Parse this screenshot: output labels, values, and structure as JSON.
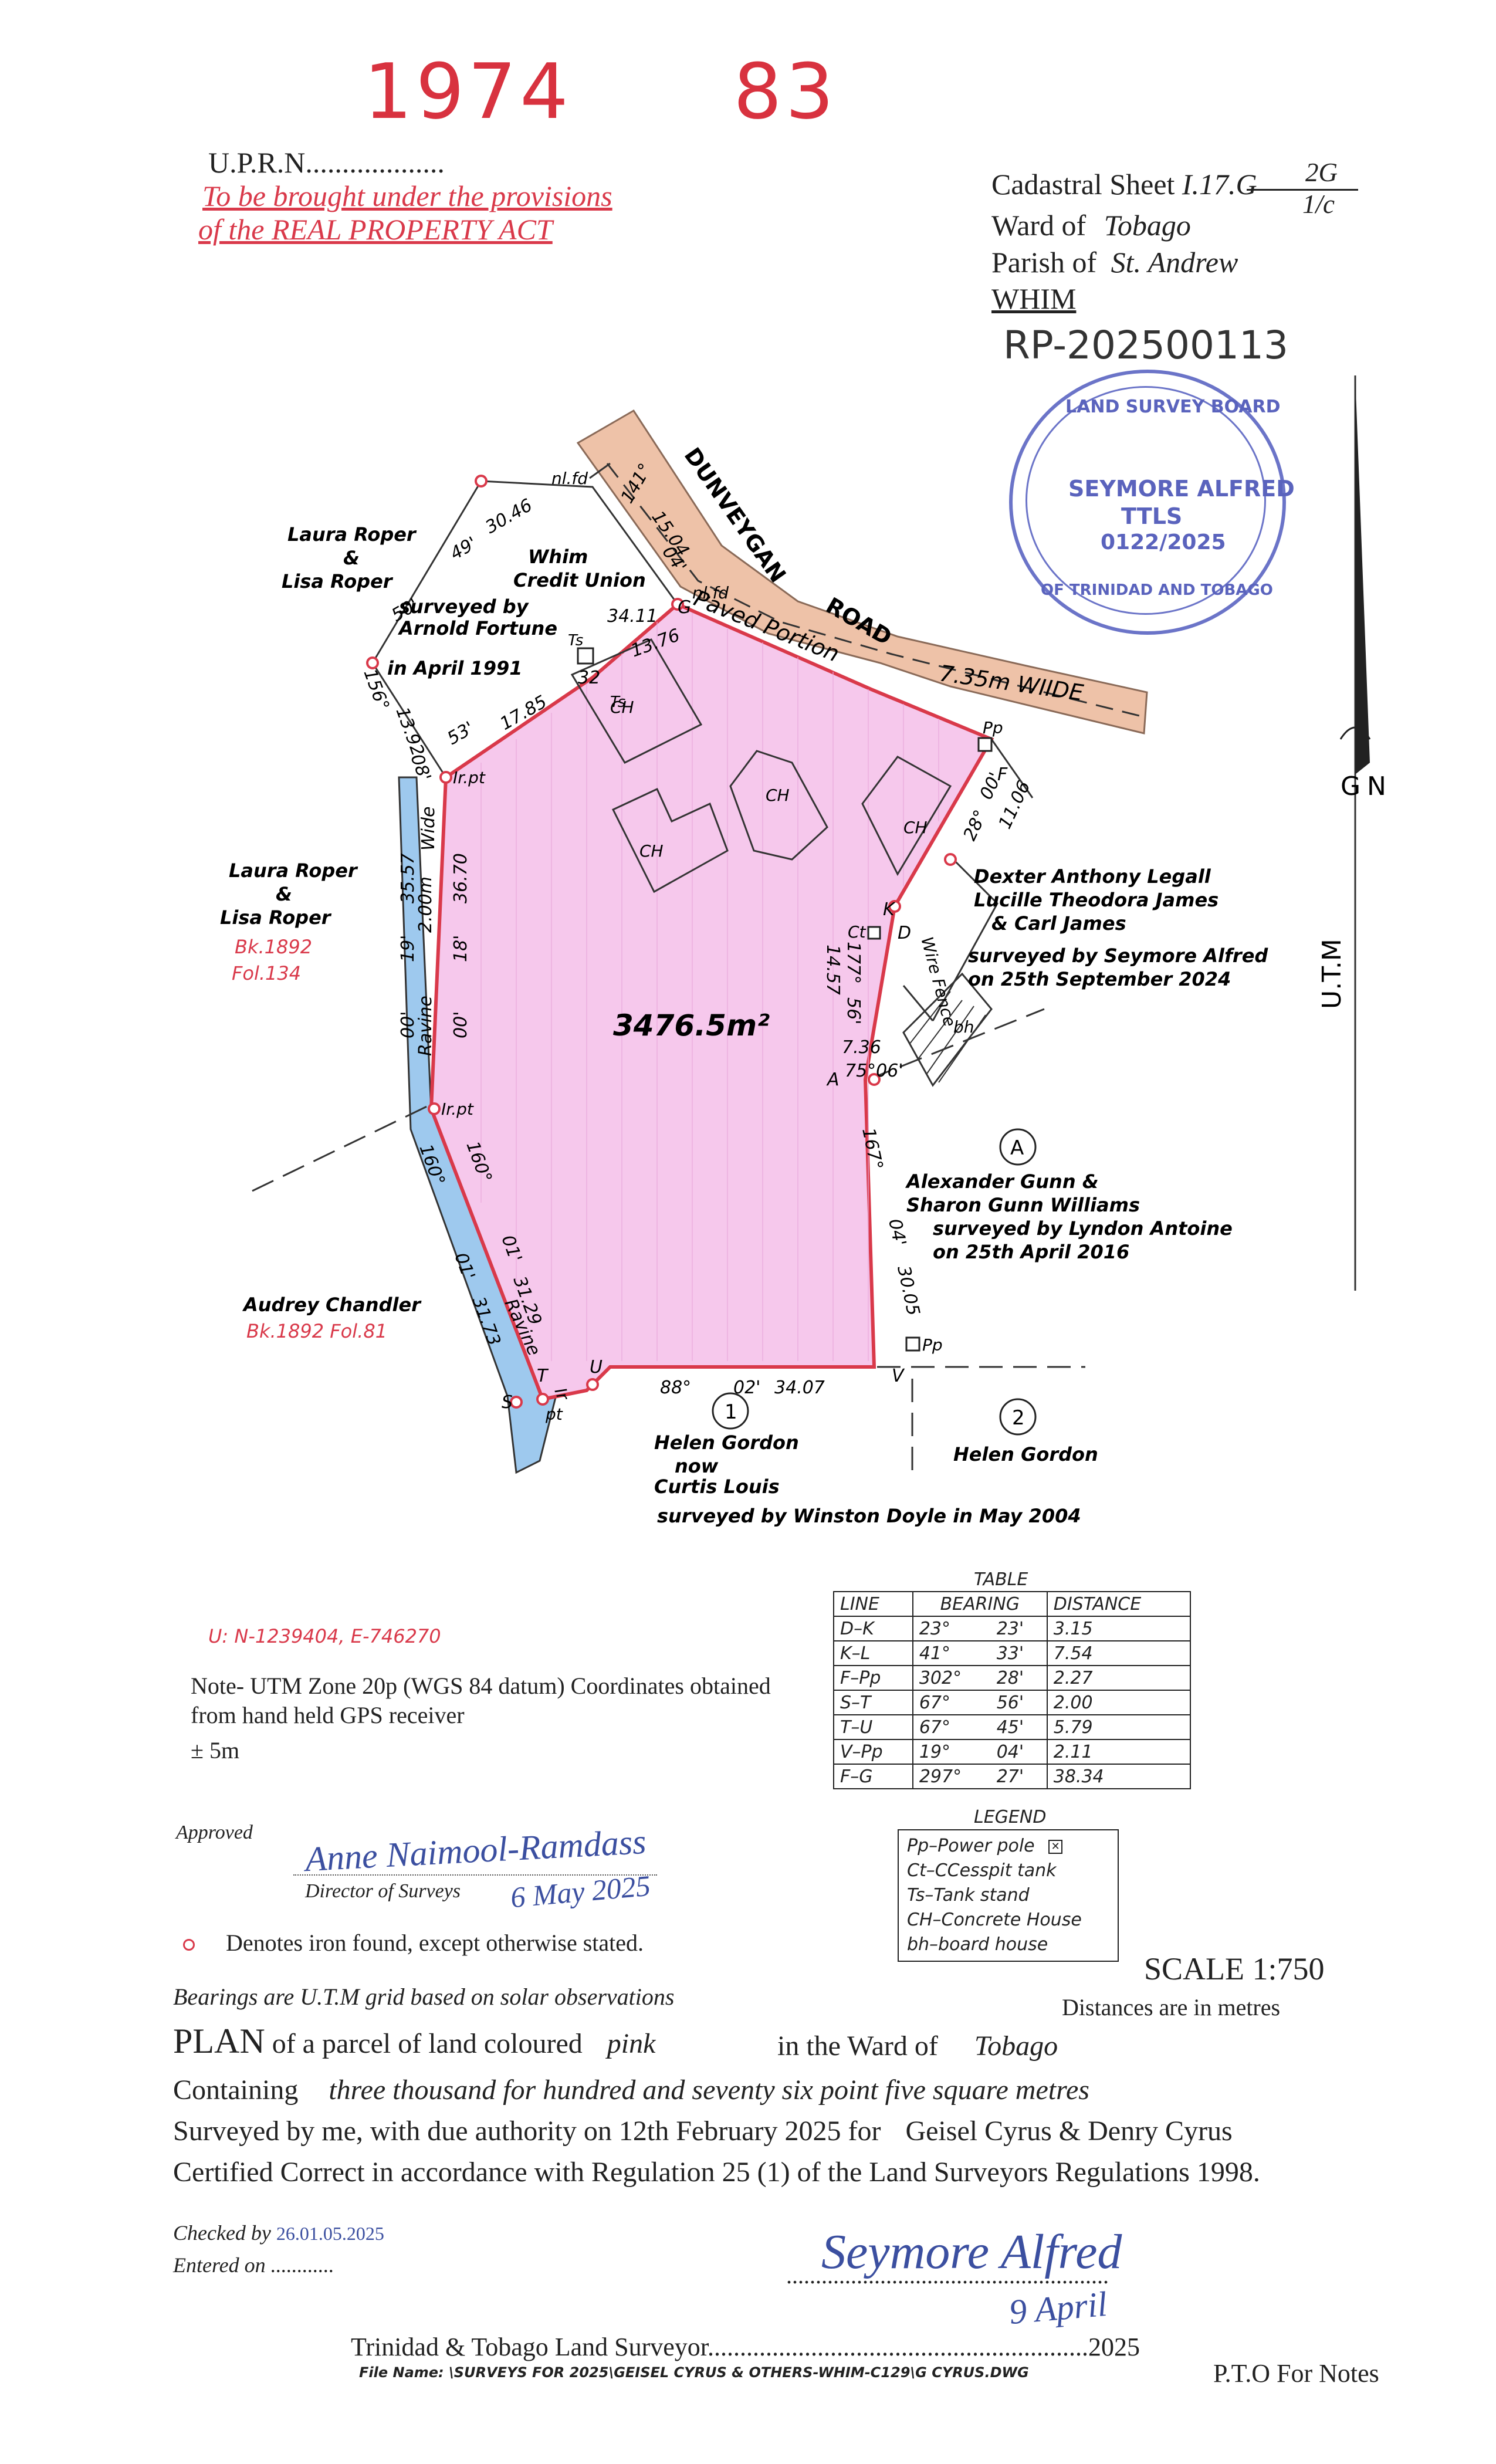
{
  "header": {
    "number_left": "1974",
    "number_right": "83",
    "uprn": "U.P.R.N...................",
    "rpa_line1": "To be brought under the provisions",
    "rpa_line2": "of the REAL PROPERTY ACT",
    "cadastral_label": "Cadastral Sheet",
    "cadastral_value": "I.17.G",
    "cadastral_frac_top": "2G",
    "cadastral_frac_bottom": "1/c",
    "ward_label": "Ward of",
    "ward_value": "Tobago",
    "parish_label": "Parish of",
    "parish_value": "St. Andrew",
    "place": "WHIM",
    "rp_number": "RP-202500113"
  },
  "stamp": {
    "ring_top": "LAND SURVEY BOARD",
    "ring_bottom": "OF TRINIDAD AND TOBAGO",
    "name": "SEYMORE ALFRED",
    "title": "TTLS",
    "date": "0122/2025"
  },
  "plan": {
    "road_name": "DUNVEYGAN",
    "road_word": "ROAD",
    "paved": "Paved Portion",
    "width": "7.35m WIIDE",
    "area": "3476.5m²",
    "north_g": "G",
    "north_n": "N",
    "utm": "U.T.M",
    "ravine_label": "Ravine",
    "ravine_width": "2.00m",
    "ravine_wide": "Wide",
    "ravine_lower": "Ravine",
    "nbr_roper_top": [
      "Laura Roper",
      "&",
      "Lisa Roper"
    ],
    "nbr_roper_left": [
      "Laura Roper",
      "&",
      "Lisa Roper"
    ],
    "nbr_roper_left_ref": [
      "Bk.1892",
      "Fol.134"
    ],
    "credit_union": [
      "Whim",
      "Credit Union",
      "surveyed by",
      "Arnold Fortune",
      "in April 1991"
    ],
    "nbr_legall": [
      "Dexter Anthony Legall",
      "Lucille Theodora James",
      "& Carl James",
      "surveyed by Seymore Alfred",
      "on 25th September 2024"
    ],
    "nbr_gunn": [
      "Alexander Gunn &",
      "Sharon Gunn Williams",
      "surveyed by Lyndon Antoine",
      "on 25th April 2016"
    ],
    "nbr_chandler": [
      "Audrey Chandler",
      "Bk.1892 Fol.81"
    ],
    "nbr_gordon1": [
      "Helen Gordon",
      "now",
      "Curtis Louis",
      "surveyed by Winston Doyle in May 2004"
    ],
    "nbr_gordon2": "Helen Gordon",
    "marker_1": "1",
    "marker_2": "2",
    "marker_a": "A",
    "points": {
      "G": "G",
      "F": "F",
      "K": "K",
      "D": "D",
      "A": "A",
      "V": "V",
      "U": "U",
      "T": "T",
      "S": "S"
    },
    "irpt": "Ir.pt",
    "irpt2": "Ir.pt",
    "irpt3": "Ir",
    "irpt3b": "pt",
    "nlfd1": "nl.fd",
    "nlfd2": "nl.fd",
    "pp": "Pp",
    "ct": "Ct",
    "ts": "Ts",
    "ts2": "Ts",
    "ch": "CH",
    "bh": "bh",
    "wire_fence": "Wire Fence",
    "dims": {
      "d_141": "141°",
      "d_1504": "15.04",
      "d_04": "04'",
      "d_3046": "30.46",
      "d_49": "49'",
      "d_50": "50'",
      "d_3411": "34.11",
      "d_32": "32",
      "d_1376": "13.76",
      "d_1785": "17.85",
      "d_53": "53'",
      "d_156": "156°",
      "d_1392": "13.92",
      "d_08": "08'",
      "d_3557": "35.57",
      "d_19": "19'",
      "d_00a": "00'",
      "d_3670": "36.70",
      "d_18": "18'",
      "d_00b": "00'",
      "d_160a": "160°",
      "d_160b": "160°",
      "d_01a": "01'",
      "d_01b": "01'",
      "d_3129": "31.29",
      "d_3173": "31.73",
      "d_28": "28°",
      "d_00c": "00'",
      "d_1106": "11.06",
      "d_177": "177°",
      "d_56": "56'",
      "d_1457": "14.57",
      "d_736": "7.36",
      "d_7506": "75°06'",
      "d_167": "167°",
      "d_04b": "04'",
      "d_3005": "30.05",
      "d_88": "88°",
      "d_02": "02'",
      "d_3407": "34.07"
    }
  },
  "coords_note": "U: N-1239404, E-746270",
  "utm_note": [
    "Note- UTM Zone 20p (WGS 84 datum) Coordinates obtained",
    "from hand held GPS receiver",
    "± 5m"
  ],
  "table": {
    "title": "TABLE",
    "headers": [
      "LINE",
      "BEARING",
      "DISTANCE"
    ],
    "rows": [
      [
        "D–K",
        "23°",
        "23'",
        "3.15"
      ],
      [
        "K–L",
        "41°",
        "33'",
        "7.54"
      ],
      [
        "F–Pp",
        "302°",
        "28'",
        "2.27"
      ],
      [
        "S–T",
        "67°",
        "56'",
        "2.00"
      ],
      [
        "T–U",
        "67°",
        "45'",
        "5.79"
      ],
      [
        "V–Pp",
        "19°",
        "04'",
        "2.11"
      ],
      [
        "F–G",
        "297°",
        "27'",
        "38.34"
      ]
    ]
  },
  "legend": {
    "title": "LEGEND",
    "items": [
      "Pp–Power pole",
      "Ct–CCesspit tank",
      "Ts–Tank stand",
      "CH–Concrete House",
      "bh–board house"
    ]
  },
  "approved": {
    "label": "Approved",
    "signature": "Anne Naimool-Ramdass",
    "director": "Director of Surveys",
    "date": "6 May 2025"
  },
  "iron_note": "Denotes iron found, except otherwise stated.",
  "bearings_note": "Bearings are U.T.M grid based on solar observations",
  "scale": "SCALE 1:750",
  "distances_note": "Distances are in metres",
  "statement": {
    "plan": "PLAN",
    "plan_rest": "of a parcel of land coloured",
    "colour": "pink",
    "ward_label": "in the Ward of",
    "ward": "Tobago",
    "containing": "Containing",
    "containing_value": "three thousand for hundred and seventy six point five square metres",
    "surveyed": "Surveyed by me, with due authority on 12th February 2025  for",
    "for_whom": "Geisel Cyrus & Denry Cyrus",
    "certified": "Certified Correct in accordance with Regulation 25 (1) of the Land Surveyors Regulations 1998."
  },
  "footer": {
    "checked_label": "Checked by",
    "checked_value": "26.01.05.2025",
    "entered": "Entered on ............",
    "surveyor_sig": "Seymore Alfred",
    "signature_dots": ".......................................................",
    "sig_date": "9 April",
    "surveyor_line": "Trinidad & Tobago  Land Surveyor",
    "surveyor_dots": "...........................................................",
    "year": "2025",
    "file_name": "File Name:  \\SURVEYS FOR 2025\\GEISEL CYRUS & OTHERS-WHIM-C129\\G CYRUS.DWG",
    "pto": "P.T.O For Notes"
  },
  "colors": {
    "parcel": "#f6c8ec",
    "road": "#eec2a8",
    "ravine": "#9ec9ee",
    "red": "#d9394a",
    "blue": "#3b4fa0"
  }
}
